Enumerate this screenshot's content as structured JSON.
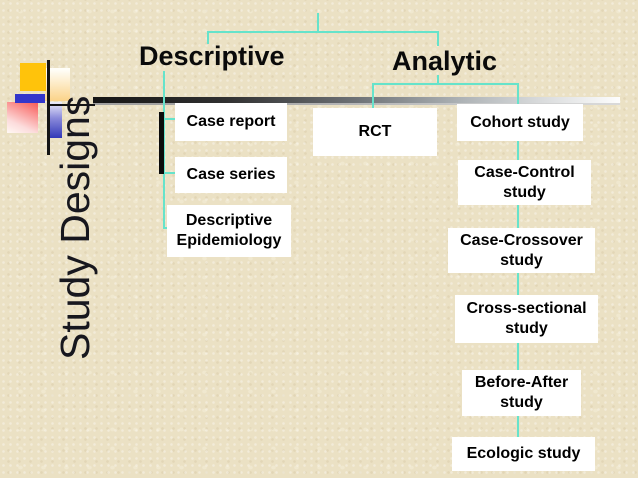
{
  "slide_title": "Study Designs",
  "tree": {
    "branches": [
      {
        "label": "Descriptive",
        "children": [
          "Case report",
          "Case series",
          "Descriptive Epidemiology"
        ]
      },
      {
        "label": "Analytic",
        "children": [
          "RCT",
          "Cohort study",
          "Case-Control study",
          "Case-Crossover study",
          "Cross-sectional study",
          "Before-After study",
          "Ecologic study"
        ]
      }
    ]
  },
  "colors": {
    "background": "#EBE1C4",
    "connector": "#66E3CB",
    "box_background": "#FFFFFF",
    "box_text": "#000000",
    "heading_text": "#0A0A0A",
    "title_text": "#17171E",
    "divider_bar_dark": "#161616",
    "divider_bar_light": "#FDFDFD",
    "decor_yellow": "#FFC30B",
    "decor_blue": "#3336CB",
    "decor_pink": "#F8625F"
  }
}
